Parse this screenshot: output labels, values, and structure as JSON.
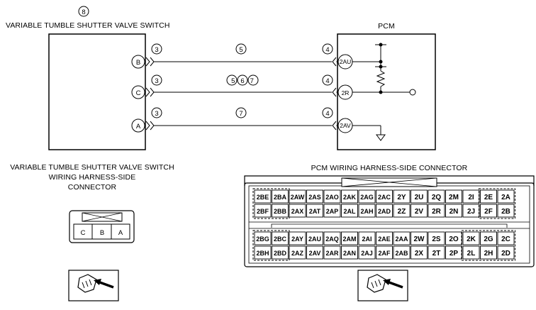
{
  "switch": {
    "callout": "8",
    "title": "VARIABLE TUMBLE SHUTTER VALVE SWITCH",
    "pins": [
      "B",
      "C",
      "A"
    ]
  },
  "pcm": {
    "title": "PCM",
    "pins": [
      "2AU",
      "2R",
      "2AV"
    ]
  },
  "wires": [
    {
      "left": "3",
      "mid": "5",
      "right": "4"
    },
    {
      "left": "3",
      "mid": "567",
      "right": "4"
    },
    {
      "left": "3",
      "mid": "7",
      "right": "4"
    }
  ],
  "switch_connector": {
    "title_lines": [
      "VARIABLE TUMBLE SHUTTER VALVE SWITCH",
      "WIRING HARNESS-SIDE",
      "CONNECTOR"
    ],
    "cells": [
      "C",
      "B",
      "A"
    ]
  },
  "pcm_connector": {
    "title": "PCM WIRING HARNESS-SIDE CONNECTOR",
    "rows": [
      [
        "2BE",
        "2BA",
        "2AW",
        "2AS",
        "2AO",
        "2AK",
        "2AG",
        "2AC",
        "2Y",
        "2U",
        "2Q",
        "2M",
        "2I",
        "2E",
        "2A"
      ],
      [
        "2BF",
        "2BB",
        "2AX",
        "2AT",
        "2AP",
        "2AL",
        "2AH",
        "2AD",
        "2Z",
        "2V",
        "2R",
        "2N",
        "2J",
        "2F",
        "2B"
      ],
      [
        "2BG",
        "2BC",
        "2AY",
        "2AU",
        "2AQ",
        "2AM",
        "2AI",
        "2AE",
        "2AA",
        "2W",
        "2S",
        "2O",
        "2K",
        "2G",
        "2C"
      ],
      [
        "2BH",
        "2BD",
        "2AZ",
        "2AV",
        "2AR",
        "2AN",
        "2AJ",
        "2AF",
        "2AB",
        "2X",
        "2T",
        "2P",
        "2L",
        "2H",
        "2D"
      ]
    ]
  }
}
